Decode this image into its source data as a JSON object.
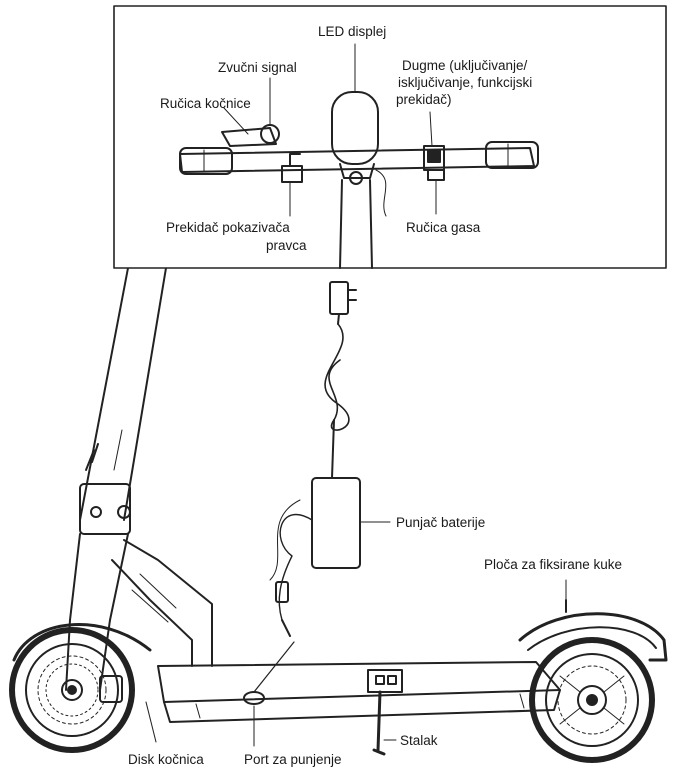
{
  "labels": {
    "led_display": "LED displej",
    "horn": "Zvučni signal",
    "power_button_line1": "Dugme (uključivanje/",
    "power_button_line2": "isključivanje, funkcijski",
    "power_button_line3": "prekidač)",
    "brake_lever": "Ručica kočnice",
    "turn_signal_line1": "Prekidač pokazivača",
    "turn_signal_line2": "pravca",
    "throttle": "Ručica gasa",
    "charger": "Punjač baterije",
    "hook_plate": "Ploča za fiksirane kuke",
    "disc_brake": "Disk kočnica",
    "charging_port": "Port za punjenje",
    "kickstand": "Stalak"
  }
}
